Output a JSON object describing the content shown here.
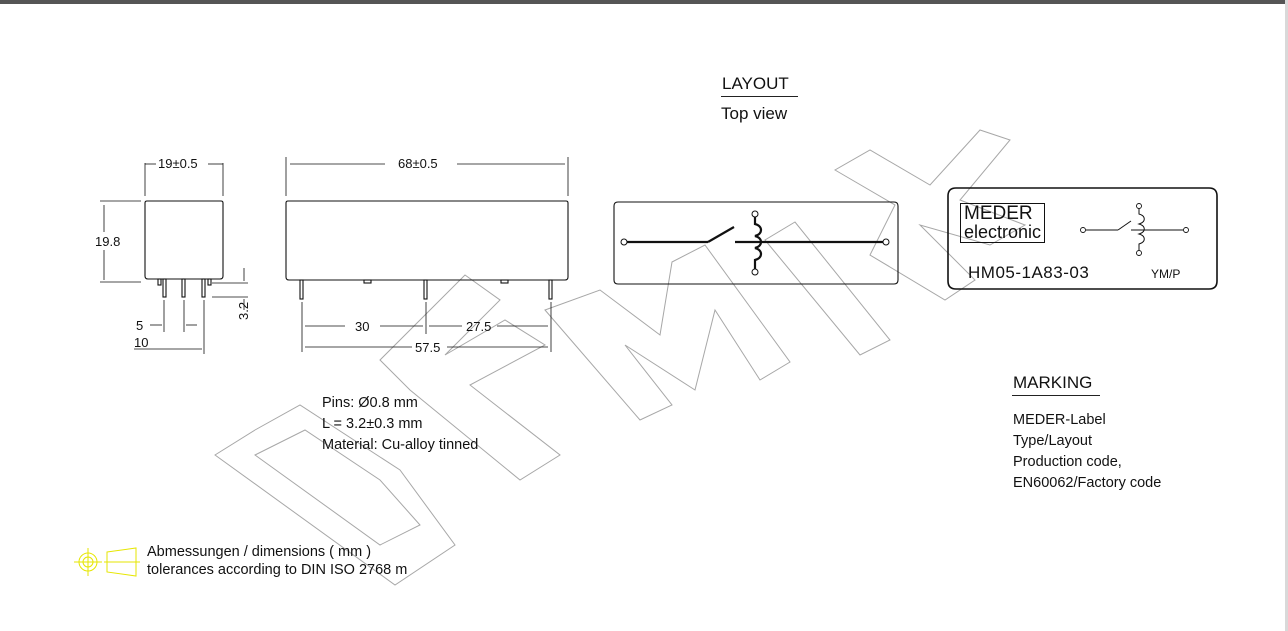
{
  "layout": {
    "title": "LAYOUT",
    "subtitle": "Top view"
  },
  "dimensions": {
    "width_side": "19±0.5",
    "height": "19.8",
    "pin_spacing": "5",
    "pin_offset": "10",
    "pin_length": "3.2",
    "length_top": "68±0.5",
    "pin_pos_1": "30",
    "pin_pos_2": "27.5",
    "pin_span": "57.5"
  },
  "pins_note": [
    "Pins:  Ø0.8 mm",
    "L = 3.2±0.3 mm",
    "Material: Cu-alloy tinned"
  ],
  "label": {
    "brand_line1": "MEDER",
    "brand_line2": "electronic",
    "part_number": "HM05-1A83-03",
    "date_code": "YM/P"
  },
  "marking": {
    "title": "MARKING",
    "items": [
      "MEDER-Label",
      "Type/Layout",
      "Production code,",
      "EN60062/Factory code"
    ]
  },
  "footer": {
    "line1": "Abmessungen / dimensions ( mm )",
    "line2": "tolerances according to DIN ISO 2768 m"
  },
  "watermark": "DEMIX",
  "colors": {
    "projection_symbol": "#e6e600",
    "ink": "#111111"
  }
}
